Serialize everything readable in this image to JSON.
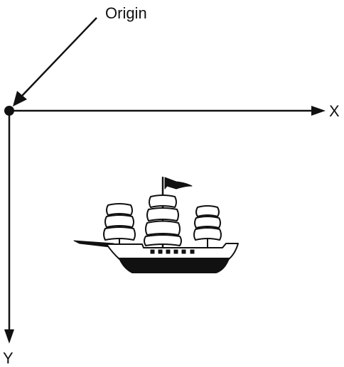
{
  "labels": {
    "origin": "Origin",
    "x_axis": "X",
    "y_axis": "Y"
  },
  "colors": {
    "ink": "#111111",
    "background": "#ffffff"
  },
  "figure": {
    "object": "sailing-ship-icon"
  }
}
